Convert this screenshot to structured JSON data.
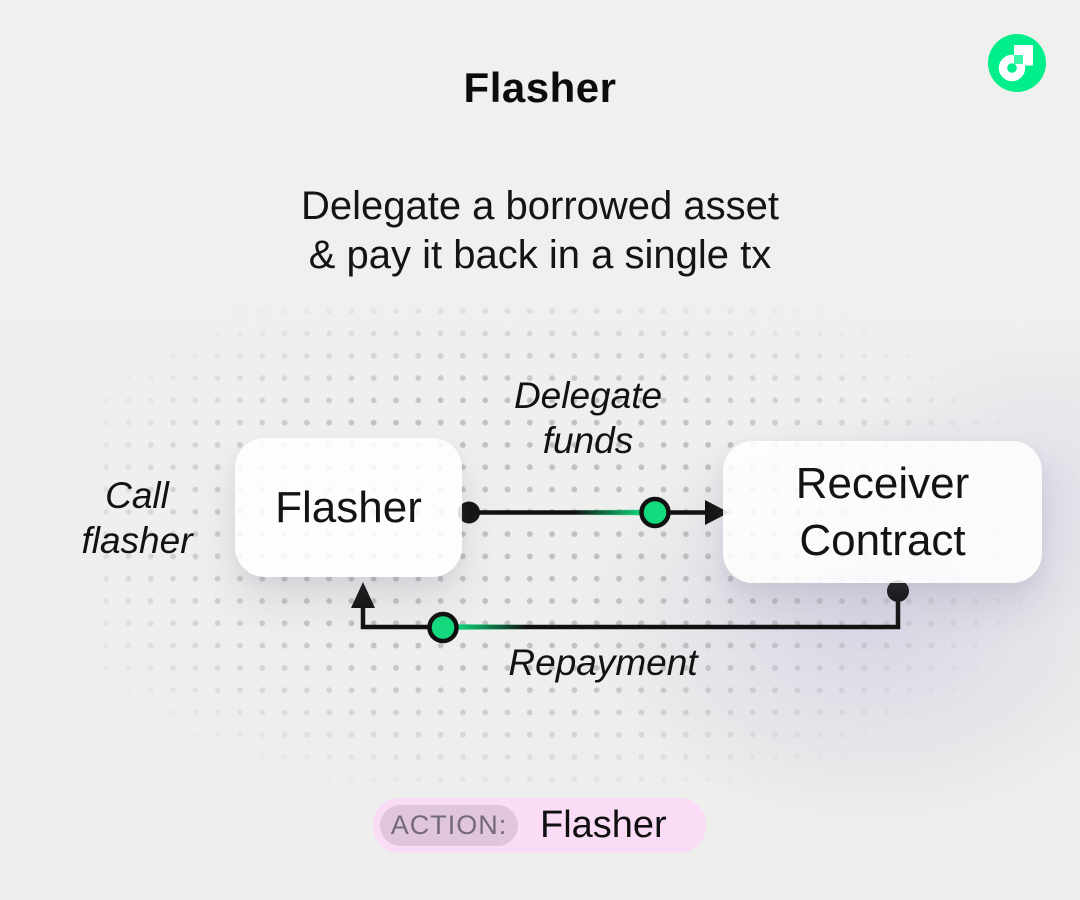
{
  "header": {
    "title": "Flasher",
    "subtitle_line1": "Delegate a borrowed asset",
    "subtitle_line2": "& pay it back in a single tx"
  },
  "diagram": {
    "call_label_line1": "Call",
    "call_label_line2": "flasher",
    "delegate_label_line1": "Delegate",
    "delegate_label_line2": "funds",
    "repayment_label": "Repayment",
    "flasher_box_label": "Flasher",
    "receiver_box_line1": "Receiver",
    "receiver_box_line2": "Contract"
  },
  "action_badge": {
    "label": "ACTION:",
    "value": "Flasher"
  },
  "icons": {
    "logo": "flow-logo-icon"
  },
  "colors": {
    "flow_green": "#00EF8B",
    "mint_square": "#3BF9A8",
    "node_green": "#14DA7E",
    "line_black": "#111111",
    "background": "#EFEFEE",
    "badge_bg": "#FADCF6",
    "badge_pill_bg": "#DFC5DD",
    "badge_label_text": "#756A79"
  }
}
